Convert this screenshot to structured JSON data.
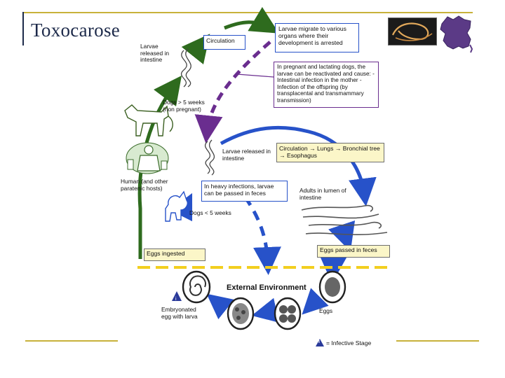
{
  "title": "Toxocarose",
  "boxes": {
    "circulation_top": "Circulation",
    "larvae_migrate": "Larvae migrate to various organs where their development is arrested",
    "pregnant_dogs": "In pregnant and lactating dogs, the larvae can be reactivated and cause: - Intestinal infection in the mother - Infection of the offspring (by transplacental and transmammary transmission)",
    "circulation_lungs": "Circulation → Lungs → Bronchial tree → Esophagus",
    "heavy_infections": "In heavy infections, larvae can be passed in feces",
    "eggs_ingested": "Eggs ingested",
    "eggs_passed": "Eggs passed in feces"
  },
  "labels": {
    "larvae_released_top": "Larvae released in intestine",
    "dogs_over": "Dogs > 5 weeks (non pregnant)",
    "human_hosts": "Human (and other paratenic hosts)",
    "larvae_released_mid": "Larvae released in intestine",
    "dogs_under": "Dogs < 5 weeks",
    "adults": "Adults in lumen of intestine",
    "external_env": "External Environment",
    "embryonated": "Embryonated egg with larva",
    "eggs": "Eggs",
    "legend_mark": "i",
    "legend": "= Infective Stage"
  },
  "colors": {
    "title": "#1d2a4a",
    "accent_line": "#c8b23a",
    "green_arrow": "#2e6b1e",
    "purple_arrow": "#6a2d8f",
    "blue_arrow": "#2752c9",
    "dashed_divider": "#f2cf1f"
  },
  "icons": [
    "worm-photo-icon",
    "france-map-icon",
    "dog-icon",
    "puppy-icon",
    "human-icon",
    "larva-icon",
    "egg-icon",
    "infective-stage-icon"
  ]
}
